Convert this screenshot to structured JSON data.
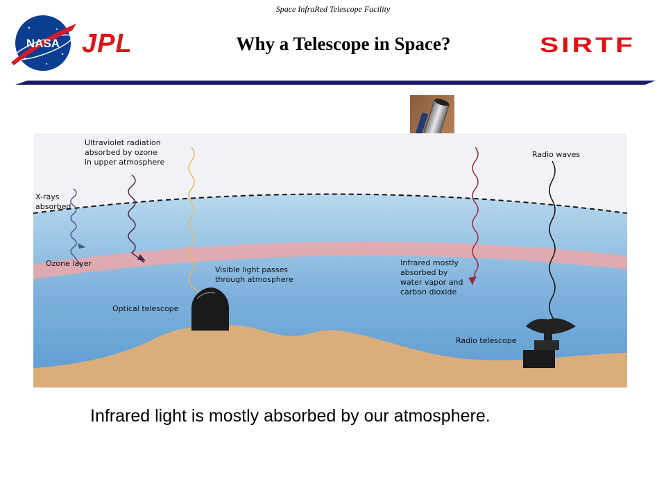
{
  "header": {
    "caption": "Space InfraRed Telescope Facility",
    "title": "Why a Telescope in Space?",
    "nasa_logo_text": "NASA",
    "jpl_logo_text": "JPL",
    "sirtf_logo_text": "SIRTF"
  },
  "diagram": {
    "labels": {
      "ultraviolet": "Ultraviolet radiation\nabsorbed by ozone\nin upper atmosphere",
      "xrays": "X-rays\nabsorbed",
      "ozone": "Ozone layer",
      "visible": "Visible light passes\nthrough atmosphere",
      "optical_telescope": "Optical telescope",
      "infrared": "Infrared mostly\nabsorbed by\nwater vapor and\ncarbon dioxide",
      "radio_waves": "Radio waves",
      "radio_telescope": "Radio telescope"
    },
    "colors": {
      "sky_top": "#f2f2f6",
      "atmosphere": "#a9cce6",
      "atmosphere_deep": "#5c9ccc",
      "ozone": "#e6a8ac",
      "ground": "#d9ad7c",
      "xray_wave": "#4a5a8a",
      "uv_wave": "#4a2a4a",
      "visible_wave": "#e8b860",
      "infrared_wave": "#9a2a3a",
      "radio_wave": "#111111"
    }
  },
  "caption": "Infrared light is mostly absorbed by our atmosphere.",
  "brand_colors": {
    "nasa_blue": "#0b3d91",
    "nasa_red": "#d21a2a",
    "jpl_red": "#d21a1a",
    "sirtf_red": "#e01010",
    "rule_navy": "#1a1a66"
  }
}
